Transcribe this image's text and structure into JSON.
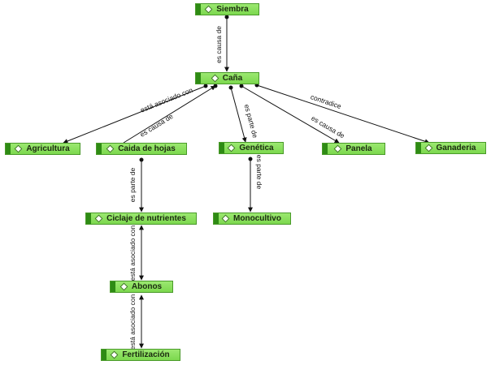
{
  "nodes": {
    "siembra": "Siembra",
    "cana": "Caña",
    "agricultura": "Agricultura",
    "caida": "Caida de hojas",
    "genetica": "Genética",
    "panela": "Panela",
    "ganaderia": "Ganaderia",
    "ciclaje": "Ciclaje de nutrientes",
    "monocultivo": "Monocultivo",
    "abonos": "Abonos",
    "fertilizacion": "Fertilización"
  },
  "edges": {
    "siembra_cana": "es causa de",
    "cana_agricultura": "está asociado con",
    "caida_cana": "es causa de",
    "genetica_cana": "es parte de",
    "panela_cana": "es causa de",
    "cana_ganaderia": "contradice",
    "caida_ciclaje": "es parte de",
    "genetica_monocultivo": "es parte de",
    "ciclaje_abonos": "está asociado con",
    "abonos_fertilizacion": "está asociado con"
  }
}
